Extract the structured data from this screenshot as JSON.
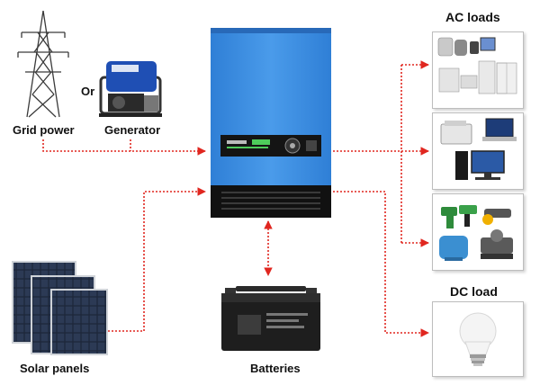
{
  "labels": {
    "grid_power": "Grid power",
    "or": "Or",
    "generator": "Generator",
    "solar_panels": "Solar panels",
    "batteries": "Batteries",
    "ac_loads": "AC loads",
    "dc_load": "DC load"
  },
  "colors": {
    "arrow": "#e0261f",
    "inverter_body": "#3d8ee0",
    "inverter_top": "#2f79c9",
    "inverter_base": "#111111",
    "battery": "#1e1e1e",
    "panel": "#1c2638",
    "box_border": "#bdbdbd"
  },
  "icons": {
    "grid": "transmission-tower-icon",
    "generator": "generator-icon",
    "solar": "solar-panel-icon",
    "battery": "battery-icon",
    "inverter": "inverter-icon",
    "ac_loads_1": "household-appliances-icon",
    "ac_loads_2": "office-equipment-icon",
    "ac_loads_3": "power-tools-icon",
    "dc_load": "light-bulb-icon"
  }
}
